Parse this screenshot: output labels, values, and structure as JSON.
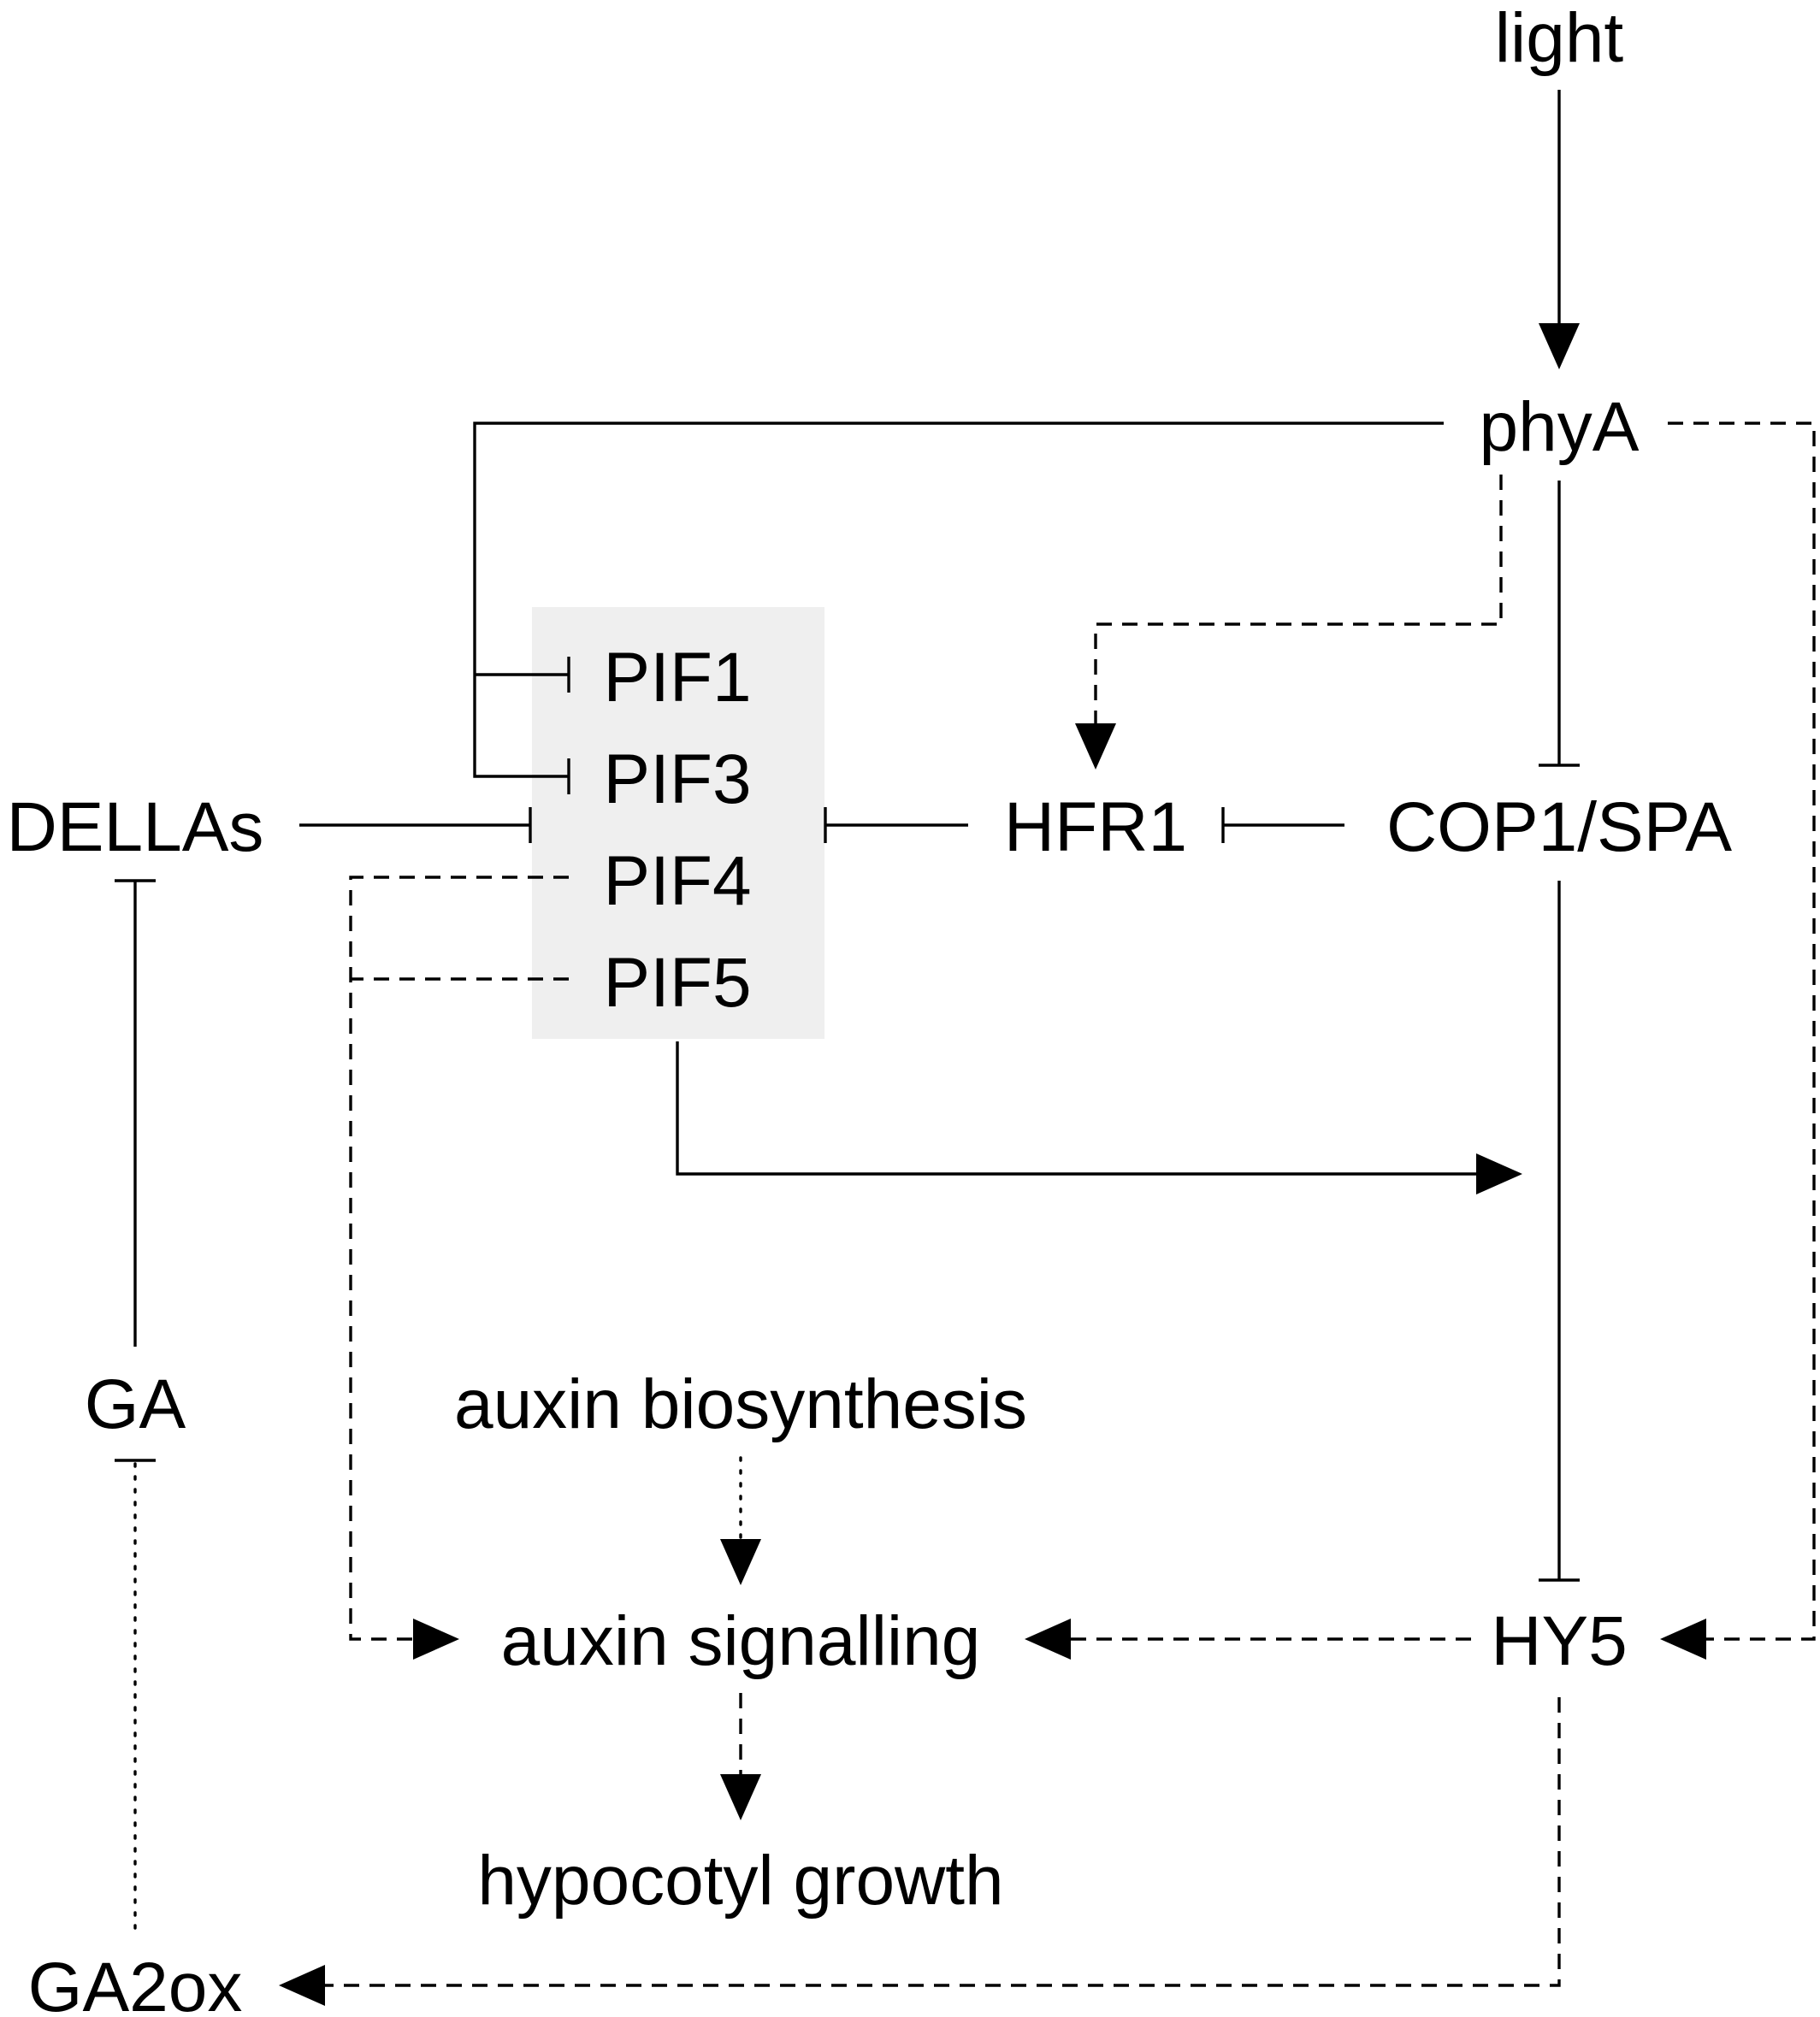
{
  "nodes": {
    "light": "light",
    "phyA": "phyA",
    "pif1": "PIF1",
    "pif3": "PIF3",
    "pif4": "PIF4",
    "pif5": "PIF5",
    "dellas": "DELLAs",
    "hfr1": "HFR1",
    "cop1_spa": "COP1/SPA",
    "ga": "GA",
    "auxin_biosynthesis": "auxin biosynthesis",
    "auxin_signalling": "auxin signalling",
    "hy5": "HY5",
    "hypocotyl_growth": "hypocotyl growth",
    "ga2ox": "GA2ox"
  },
  "colors": {
    "ink": "#000000",
    "pif_group_fill": "#efefef",
    "background": "#ffffff"
  },
  "edges": [
    {
      "from": "light",
      "to": "phyA",
      "type": "activation",
      "style": "solid"
    },
    {
      "from": "phyA",
      "to": "pif1",
      "type": "inhibition",
      "style": "solid"
    },
    {
      "from": "phyA",
      "to": "pif3",
      "type": "inhibition",
      "style": "solid"
    },
    {
      "from": "phyA",
      "to": "hfr1",
      "type": "activation",
      "style": "dashed"
    },
    {
      "from": "phyA",
      "to": "cop1_spa",
      "type": "inhibition",
      "style": "solid"
    },
    {
      "from": "phyA",
      "to": "hy5",
      "type": "activation",
      "style": "dashed"
    },
    {
      "from": "dellas",
      "to": "pifs",
      "type": "inhibition",
      "style": "solid"
    },
    {
      "from": "hfr1",
      "to": "pifs",
      "type": "inhibition",
      "style": "solid"
    },
    {
      "from": "cop1_spa",
      "to": "hfr1",
      "type": "inhibition",
      "style": "solid"
    },
    {
      "from": "cop1_spa",
      "to": "hy5",
      "type": "inhibition",
      "style": "solid"
    },
    {
      "from": "pifs",
      "to": "cop1_hy5_axis",
      "type": "activation",
      "style": "solid"
    },
    {
      "from": "pif4",
      "to": "auxin_signalling",
      "type": "activation",
      "style": "dashed"
    },
    {
      "from": "pif5",
      "to": "auxin_signalling",
      "type": "activation",
      "style": "dashed"
    },
    {
      "from": "auxin_biosynthesis",
      "to": "auxin_signalling",
      "type": "activation",
      "style": "dotted"
    },
    {
      "from": "auxin_signalling",
      "to": "hypocotyl_growth",
      "type": "activation",
      "style": "dashed"
    },
    {
      "from": "hy5",
      "to": "auxin_signalling",
      "type": "activation",
      "style": "dashed"
    },
    {
      "from": "hy5",
      "to": "ga2ox",
      "type": "activation",
      "style": "dashed"
    },
    {
      "from": "ga",
      "to": "dellas",
      "type": "inhibition",
      "style": "solid"
    },
    {
      "from": "ga2ox",
      "to": "ga",
      "type": "inhibition",
      "style": "dotted"
    }
  ]
}
